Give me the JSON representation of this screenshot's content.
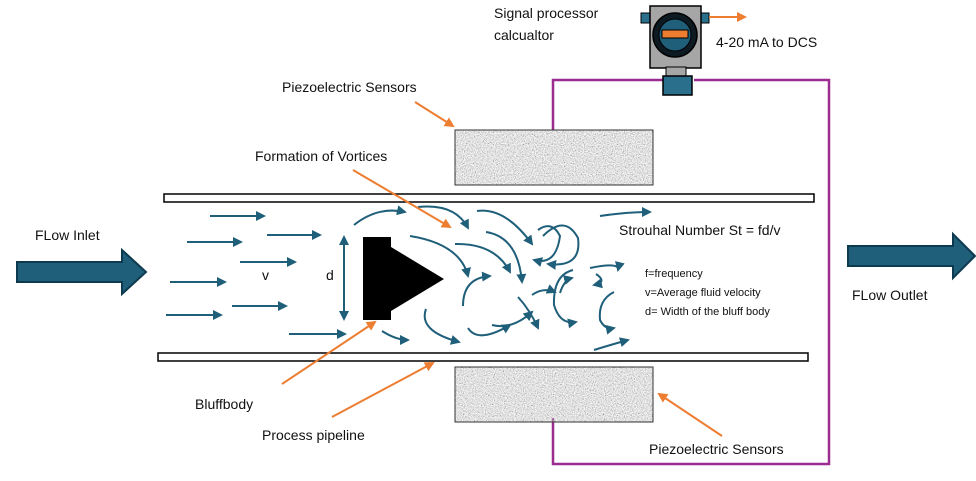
{
  "labels": {
    "signal_processor_line1": "Signal processor",
    "signal_processor_line2": "calcualtor",
    "output_signal": "4-20 mA to DCS",
    "piezo_sensors_top": "Piezoelectric Sensors",
    "piezo_sensors_bottom": "Piezoelectric Sensors",
    "formation_of_vortices": "Formation of Vortices",
    "flow_inlet": "FLow Inlet",
    "flow_outlet": "FLow Outlet",
    "velocity_symbol": "v",
    "diameter_symbol": "d",
    "strouhal": "Strouhal Number St = fd/v",
    "legend_f": "f=frequency",
    "legend_v": "v=Average fluid velocity",
    "legend_d": "d= Width of the bluff body",
    "bluffbody": "Bluffbody",
    "process_pipeline": "Process pipeline"
  },
  "colors": {
    "flow_arrow": "#1f5f7a",
    "big_arrow_fill": "#1f5f7a",
    "big_arrow_stroke": "#0d3a4e",
    "callout": "#ed7d31",
    "wire": "#9b2d91",
    "bluff_body": "#000000",
    "transmitter_body": "#a6a6a6",
    "transmitter_connector": "#2a6f8c"
  },
  "icons": {
    "transmitter": "transmitter-icon",
    "sensor": "noise-texture-sensor"
  }
}
